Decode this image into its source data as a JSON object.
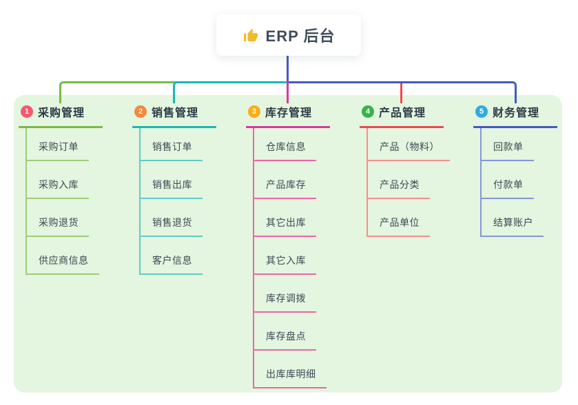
{
  "root": {
    "label": "ERP 后台",
    "icon": "thumbs-up-icon",
    "icon_color": "#f2b92c",
    "connector_color": "#4457c5"
  },
  "panel": {
    "background": "#e4f5e0"
  },
  "branches": [
    {
      "index": "1",
      "label": "采购管理",
      "badge_color": "#f4586c",
      "line_color": "#79ba43",
      "child_line_color": "#9ecd78",
      "children": [
        "采购订单",
        "采购入库",
        "采购退货",
        "供应商信息"
      ]
    },
    {
      "index": "2",
      "label": "销售管理",
      "badge_color": "#f8863b",
      "line_color": "#16b9b3",
      "child_line_color": "#5ecdc6",
      "children": [
        "销售订单",
        "销售出库",
        "销售退货",
        "客户信息"
      ]
    },
    {
      "index": "3",
      "label": "库存管理",
      "badge_color": "#fbae17",
      "line_color": "#d8389e",
      "child_line_color": "#ef64a9",
      "children": [
        "仓库信息",
        "产品库存",
        "其它出库",
        "其它入库",
        "库存调拨",
        "库存盘点",
        "出库库明细"
      ]
    },
    {
      "index": "4",
      "label": "产品管理",
      "badge_color": "#36b34a",
      "line_color": "#f0484f",
      "child_line_color": "#f68e8c",
      "children": [
        "产品（物料）",
        "产品分类",
        "产品单位"
      ]
    },
    {
      "index": "5",
      "label": "财务管理",
      "badge_color": "#30aadf",
      "line_color": "#4457c5",
      "child_line_color": "#8496d8",
      "children": [
        "回款单",
        "付款单",
        "结算账户"
      ]
    }
  ]
}
